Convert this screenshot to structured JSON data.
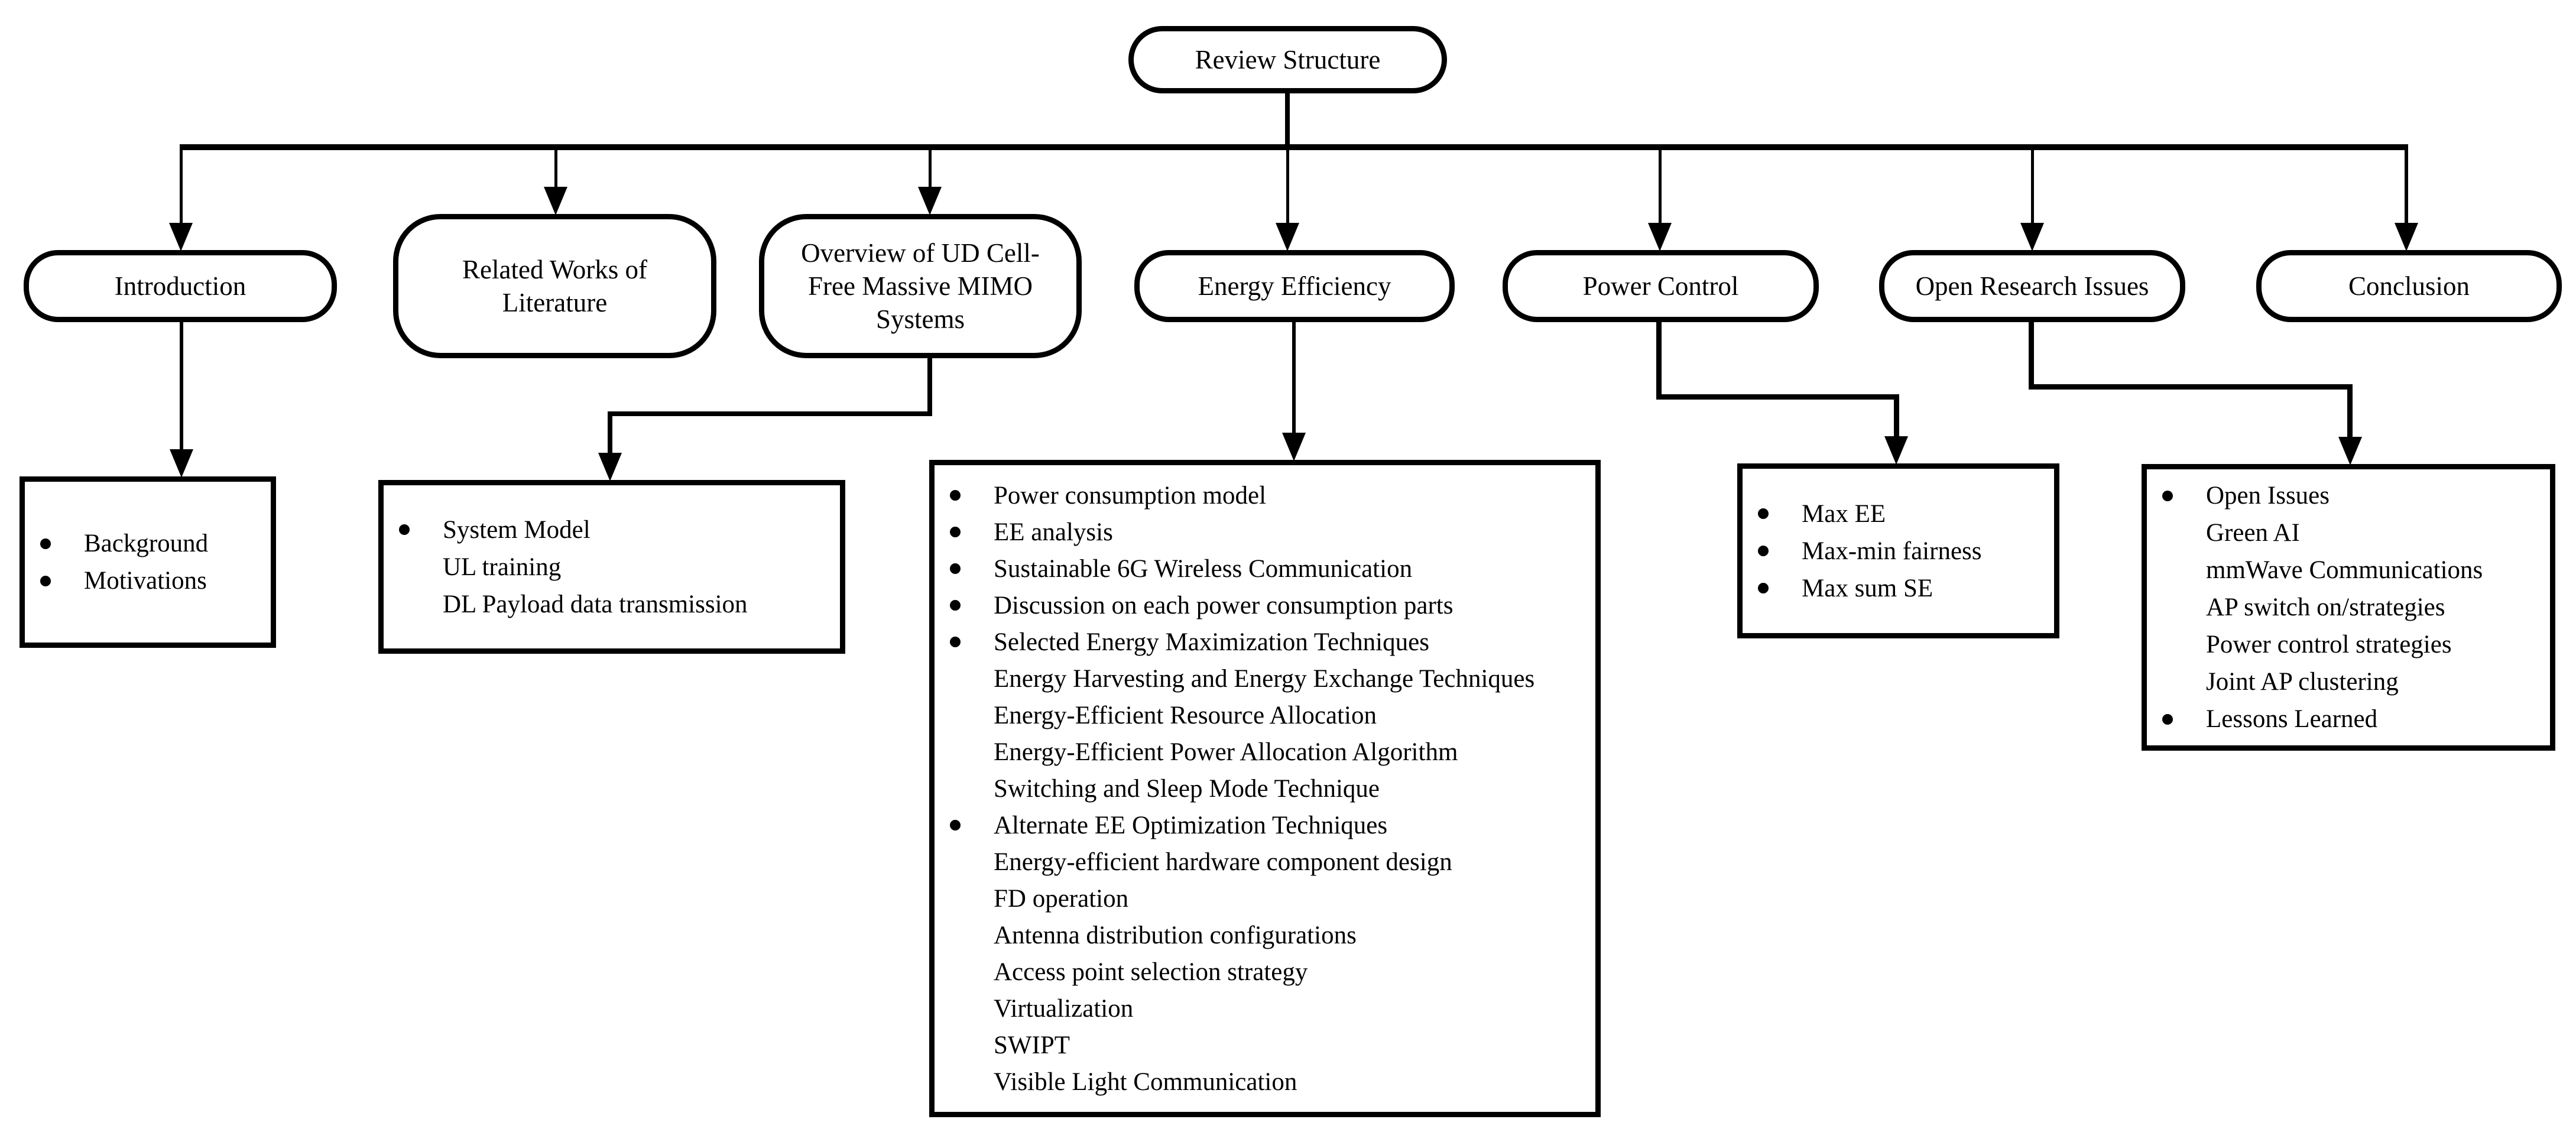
{
  "diagram": {
    "title": "Review Structure",
    "colors": {
      "line": "#000000",
      "background": "#ffffff"
    },
    "root": {
      "label": "Review Structure"
    },
    "branches": [
      {
        "label": "Introduction"
      },
      {
        "label": "Related Works of Literature"
      },
      {
        "label": "Overview of UD Cell-Free Massive MIMO Systems"
      },
      {
        "label": "Energy Efficiency"
      },
      {
        "label": "Power Control"
      },
      {
        "label": "Open Research Issues"
      },
      {
        "label": "Conclusion"
      }
    ],
    "detail_boxes": {
      "introduction": {
        "items": [
          {
            "bullet": true,
            "text": "Background"
          },
          {
            "bullet": true,
            "text": "Motivations"
          }
        ]
      },
      "overview": {
        "items": [
          {
            "bullet": true,
            "text": "System Model"
          },
          {
            "bullet": false,
            "text": "UL training"
          },
          {
            "bullet": false,
            "text": "DL Payload data transmission"
          }
        ]
      },
      "energy_efficiency": {
        "items": [
          {
            "bullet": true,
            "text": "Power consumption model"
          },
          {
            "bullet": true,
            "text": "EE analysis"
          },
          {
            "bullet": true,
            "text": "Sustainable 6G Wireless Communication"
          },
          {
            "bullet": true,
            "text": "Discussion on each power consumption parts"
          },
          {
            "bullet": true,
            "text": "Selected Energy Maximization Techniques"
          },
          {
            "bullet": false,
            "text": "Energy Harvesting and Energy Exchange Techniques"
          },
          {
            "bullet": false,
            "text": "Energy-Efficient Resource Allocation"
          },
          {
            "bullet": false,
            "text": "Energy-Efficient Power Allocation Algorithm"
          },
          {
            "bullet": false,
            "text": "Switching and Sleep Mode Technique"
          },
          {
            "bullet": true,
            "text": "Alternate EE Optimization Techniques"
          },
          {
            "bullet": false,
            "text": "Energy-efficient hardware component design"
          },
          {
            "bullet": false,
            "text": "FD operation"
          },
          {
            "bullet": false,
            "text": "Antenna distribution configurations"
          },
          {
            "bullet": false,
            "text": "Access point selection strategy"
          },
          {
            "bullet": false,
            "text": "Virtualization"
          },
          {
            "bullet": false,
            "text": "SWIPT"
          },
          {
            "bullet": false,
            "text": "Visible Light Communication"
          }
        ]
      },
      "power_control": {
        "items": [
          {
            "bullet": true,
            "text": "Max EE"
          },
          {
            "bullet": true,
            "text": "Max-min fairness"
          },
          {
            "bullet": true,
            "text": "Max sum SE"
          }
        ]
      },
      "open_research_issues": {
        "items": [
          {
            "bullet": true,
            "text": "Open Issues"
          },
          {
            "bullet": false,
            "text": "Green AI"
          },
          {
            "bullet": false,
            "text": "mmWave Communications"
          },
          {
            "bullet": false,
            "text": "AP switch on/strategies"
          },
          {
            "bullet": false,
            "text": "Power control strategies"
          },
          {
            "bullet": false,
            "text": "Joint AP clustering"
          },
          {
            "bullet": true,
            "text": "Lessons Learned"
          }
        ]
      }
    }
  }
}
